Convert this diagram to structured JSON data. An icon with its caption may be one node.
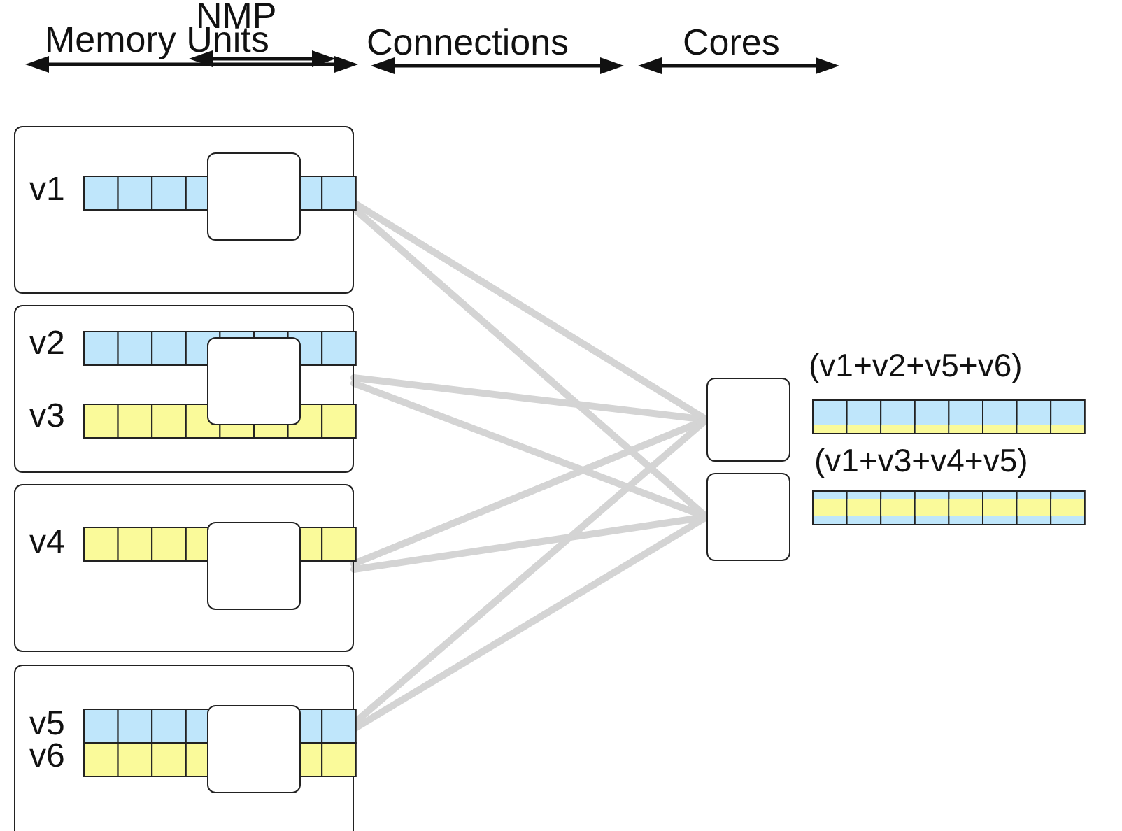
{
  "diagram": {
    "nodes": [
      {
        "text": [
          "v1"
        ]
      },
      {
        "text": [],
        "shape": "box",
        "in": 0
      },
      {
        "text": [
          "v2",
          "v3"
        ]
      },
      {
        "text": [],
        "shape": "box",
        "in": 2
      },
      {
        "text": [
          "v4"
        ]
      },
      {
        "text": [],
        "shape": "box",
        "in": 4
      },
      {
        "text": [
          "v5",
          "v6"
        ]
      },
      {
        "text": [],
        "shape": "box",
        "in": 6
      },
      {
        "text": [],
        "shape": "box",
        "beside": [
          "(v1+v2+v5+v6)"
        ]
      },
      {
        "text": [],
        "shape": "box",
        "beside": [
          "(v1+v3+v4+v5)"
        ]
      }
    ],
    "edges": [
      {
        "from": 0,
        "to": 8,
        "arrow": "none"
      },
      {
        "from": 0,
        "to": 9,
        "arrow": "none"
      },
      {
        "from": 2,
        "to": 8,
        "arrow": "none"
      },
      {
        "from": 2,
        "to": 9,
        "arrow": "none"
      },
      {
        "from": 4,
        "to": 8,
        "arrow": "none"
      },
      {
        "from": 4,
        "to": 9,
        "arrow": "none"
      },
      {
        "from": 6,
        "to": 8,
        "arrow": "none"
      },
      {
        "from": 6,
        "to": 9,
        "arrow": "none"
      }
    ],
    "labels": [
      "Memory Units",
      "NMP",
      "Connections",
      "Cores"
    ]
  }
}
